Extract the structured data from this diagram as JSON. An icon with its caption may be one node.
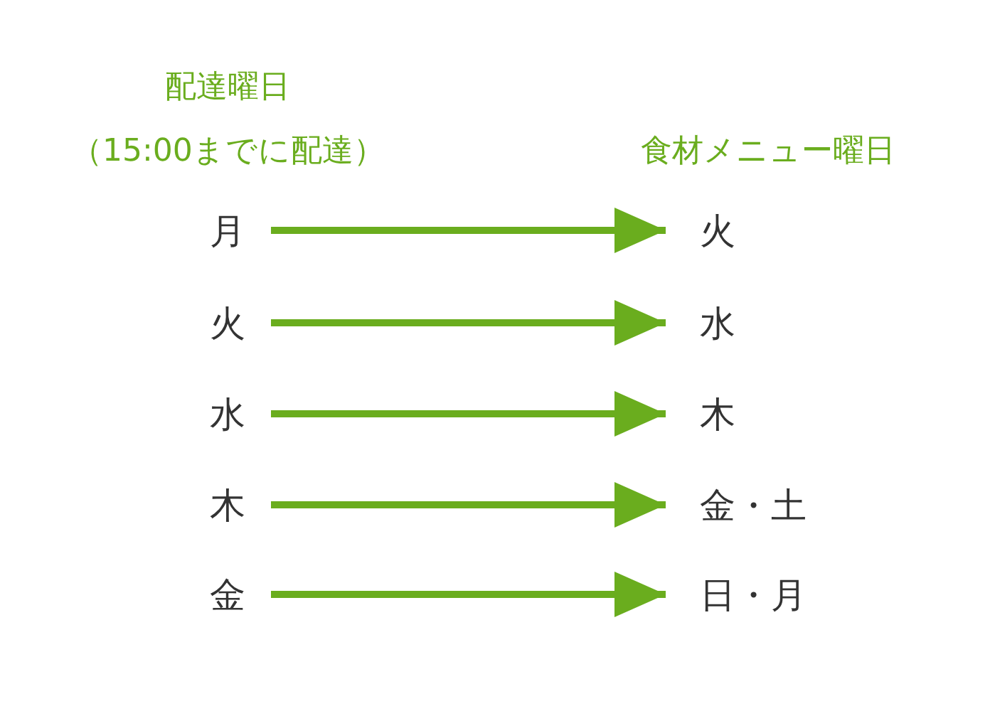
{
  "diagram": {
    "nodes": [
      {
        "text": [
          "月"
        ]
      },
      {
        "text": [
          "火"
        ]
      },
      {
        "text": [
          "水"
        ]
      },
      {
        "text": [
          "木"
        ]
      },
      {
        "text": [
          "金"
        ]
      },
      {
        "text": [
          "火"
        ]
      },
      {
        "text": [
          "水"
        ]
      },
      {
        "text": [
          "木"
        ]
      },
      {
        "text": [
          "金・土"
        ]
      },
      {
        "text": [
          "日・月"
        ]
      }
    ],
    "edges": [
      {
        "from": 0,
        "to": 5,
        "arrow": "to"
      },
      {
        "from": 1,
        "to": 6,
        "arrow": "to"
      },
      {
        "from": 2,
        "to": 7,
        "arrow": "to"
      },
      {
        "from": 3,
        "to": 8,
        "arrow": "to"
      },
      {
        "from": 4,
        "to": 9,
        "arrow": "to"
      }
    ],
    "labels": [
      "配達曜日",
      "（15:00までに配達）",
      "食材メニュー曜日"
    ]
  }
}
